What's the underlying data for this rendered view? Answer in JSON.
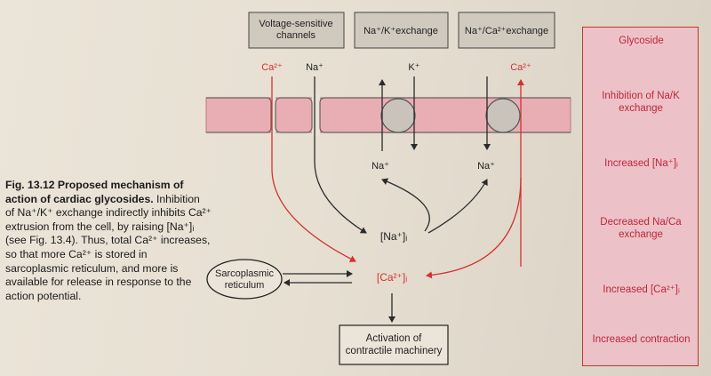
{
  "boxes": {
    "voltage": "Voltage-sensitive channels",
    "nak": "Na⁺/K⁺exchange",
    "naca": "Na⁺/Ca²⁺exchange",
    "sarcoplasmic": "Sarcoplasmic reticulum",
    "activation": "Activation of contractile machinery"
  },
  "ions": {
    "ca_in": "Ca²⁺",
    "na_in": "Na⁺",
    "k_in": "K⁺",
    "ca_out": "Ca²⁺",
    "na_left": "Na⁺",
    "na_right": "Na⁺",
    "na_i": "[Na⁺]ᵢ",
    "ca_i": "[Ca²⁺]ᵢ"
  },
  "caption": {
    "heading": "Fig. 13.12 Proposed mechanism of action of cardiac glycosides.",
    "body": "Inhibition of Na⁺/K⁺ exchange indirectly inhibits Ca²⁺ extrusion from the cell, by raising [Na⁺]ᵢ (see Fig. 13.4). Thus, total Ca²⁺ increases, so that more Ca²⁺ is stored in sarcoplasmic reticulum, and more is available for release in response to the action potential."
  },
  "flow": [
    "Glycoside",
    "Inhibition of Na/K exchange",
    "Increased [Na⁺]ᵢ",
    "Decreased Na/Ca exchange",
    "Increased [Ca²⁺]ᵢ",
    "Increased contraction"
  ],
  "colors": {
    "red": "#d3322f",
    "dark": "#2b2b2b",
    "membrane": "#e8aeb3",
    "box": "#cfc9be"
  }
}
